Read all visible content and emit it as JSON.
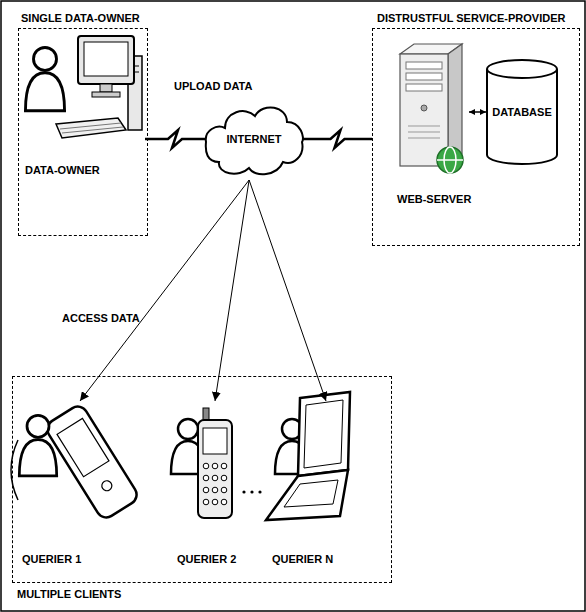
{
  "diagram": {
    "nodes": [
      {
        "text": [
          "SINGLE DATA-OWNER"
        ]
      },
      {
        "text": [
          "DATA-OWNER"
        ],
        "in": 0
      },
      {
        "text": [
          "INTERNET"
        ]
      },
      {
        "text": [
          "DISTRUSTFUL SERVICE-PROVIDER"
        ]
      },
      {
        "text": [
          "WEB-SERVER"
        ],
        "in": 3
      },
      {
        "text": [
          "DATABASE"
        ],
        "in": 3
      },
      {
        "text": [
          "MULTIPLE CLIENTS"
        ]
      },
      {
        "text": [
          "QUERIER 1"
        ],
        "in": 6
      },
      {
        "text": [
          "QUERIER 2"
        ],
        "in": 6
      },
      {
        "text": [
          "QUERIER N"
        ],
        "in": 6
      }
    ],
    "edges": [
      {
        "from": 1,
        "to": 2,
        "arrow": "none"
      },
      {
        "from": 2,
        "to": 3,
        "arrow": "none"
      },
      {
        "from": 4,
        "to": 5,
        "arrow": "both"
      },
      {
        "from": 2,
        "to": 7,
        "arrow": "to"
      },
      {
        "from": 2,
        "to": 8,
        "arrow": "to"
      },
      {
        "from": 2,
        "to": 9,
        "arrow": "to"
      }
    ],
    "labels": [
      "UPLOAD DATA",
      "ACCESS DATA"
    ]
  }
}
